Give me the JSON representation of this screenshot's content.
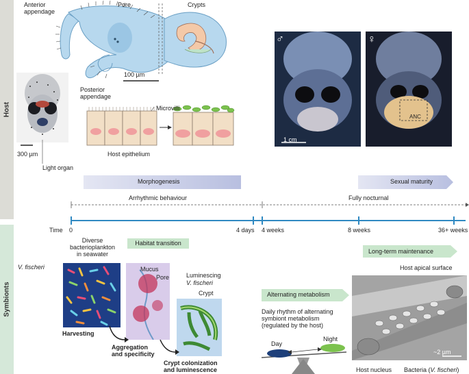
{
  "sidebar": {
    "host": "Host",
    "symbionts": "Symbionts"
  },
  "light_organ_diagram": {
    "anterior": "Anterior\nappendage",
    "pore": "Pore",
    "crypts": "Crypts",
    "posterior": "Posterior\nappendage",
    "scale": "100 µm"
  },
  "squid_photo": {
    "scale": "300 µm",
    "light_organ": "Light organ"
  },
  "epithelium": {
    "microvilli": "Microvilli",
    "host_epithelium": "Host epithelium"
  },
  "adult_photos": {
    "male": "♂",
    "female": "♀",
    "scale": "1 cm",
    "anc": "ANC"
  },
  "timeline": {
    "morphogenesis": "Morphogenesis",
    "sexual_maturity": "Sexual maturity",
    "arrhythmic": "Arrhythmic behaviour",
    "nocturnal": "Fully nocturnal",
    "time": "Time",
    "ticks": [
      "0",
      "4 days",
      "4 weeks",
      "8 weeks",
      "36+ weeks"
    ]
  },
  "symbiont_stages": {
    "habitat_transition": "Habitat transition",
    "diverse": "Diverse\nbacterioplankton\nin seawater",
    "v_fischeri": "V. fischeri",
    "mucus": "Mucus",
    "pore": "Pore",
    "luminescing": "Luminescing",
    "v_fischeri2": "V. fischeri",
    "crypt": "Crypt",
    "harvesting": "Harvesting",
    "aggregation": "Aggregation\nand specificity",
    "colonization": "Crypt colonization\nand luminescence"
  },
  "metabolism": {
    "title": "Alternating metabolism",
    "desc": "Daily rhythm of alternating\nsymbiont metabolism\n(regulated by the host)",
    "day": "Day",
    "night": "Night"
  },
  "maintenance": {
    "title": "Long-term maintenance",
    "apical": "Host apical surface",
    "nucleus": "Host nucleus",
    "bacteria_prefix": "Bacteria (",
    "bacteria_species": "V. fischeri",
    "bacteria_suffix": ")",
    "scale": "~2 µm"
  },
  "colors": {
    "organ_blue": "#b7d8ee",
    "organ_stroke": "#6a9fc4",
    "timeline_blue": "#2f89c2",
    "arrow_band": "#c9cfe6",
    "green_box": "#c9e6cc",
    "cell_fill": "#f2dfc6",
    "nucleus": "#f0a0a0",
    "bacteria_green": "#7cc24e"
  }
}
